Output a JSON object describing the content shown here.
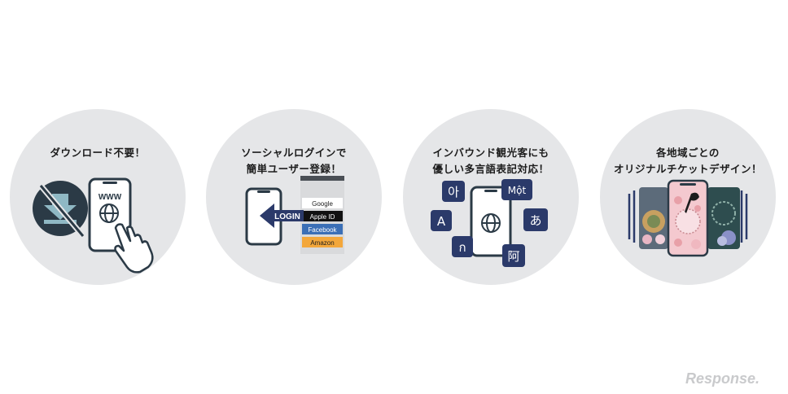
{
  "features": [
    {
      "caption_lines": [
        "ダウンロード不要！"
      ],
      "icons": [
        "no-download-icon",
        "smartphone-icon",
        "globe-icon",
        "pointing-hand-icon"
      ],
      "phone_text": "WWW"
    },
    {
      "caption_lines": [
        "ソーシャルログインで",
        "簡単ユーザー登録！"
      ],
      "icons": [
        "smartphone-icon",
        "arrow-left-icon"
      ],
      "login_label": "LOGIN",
      "providers": [
        "Google",
        "Apple ID",
        "Facebook",
        "Amazon"
      ]
    },
    {
      "caption_lines": [
        "インバウンド観光客にも",
        "優しい多言語表記対応！"
      ],
      "icons": [
        "smartphone-icon",
        "globe-icon"
      ],
      "languages": [
        "아",
        "Một",
        "A",
        "あ",
        "ก",
        "阿"
      ]
    },
    {
      "caption_lines": [
        "各地域ごとの",
        "オリジナルチケットデザイン！"
      ],
      "icons": [
        "ticket-designs-icon"
      ]
    }
  ],
  "watermark": "Response."
}
